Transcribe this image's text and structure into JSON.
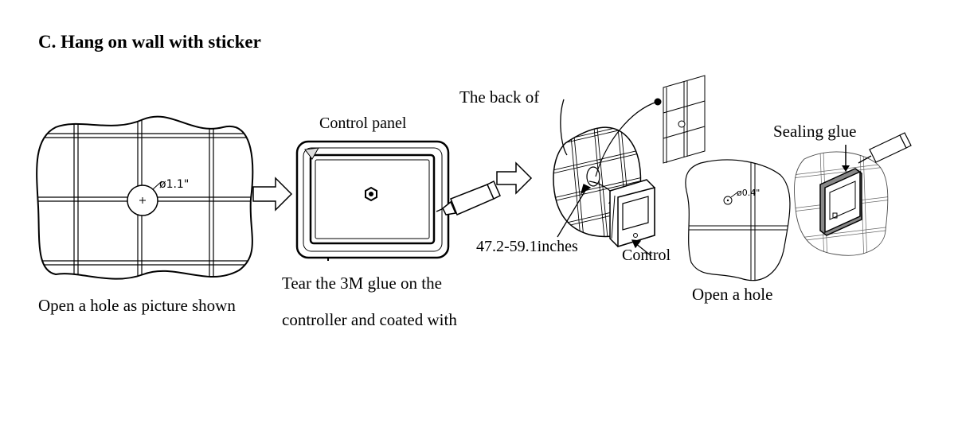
{
  "heading": "C. Hang on wall with sticker",
  "step1": {
    "caption": "Open a hole as picture shown",
    "hole_label": "ø1.1\""
  },
  "step2": {
    "panel_label": "Control panel",
    "caption_line1": "Tear the 3M glue on the",
    "caption_line2": "controller and coated with"
  },
  "step3": {
    "back_label": "The back of",
    "distance_label": "47.2-59.1inches",
    "control_label": "Control"
  },
  "step4": {
    "hole_label": "ø0.4\"",
    "caption": "Open a hole"
  },
  "step5": {
    "seal_label": "Sealing glue"
  }
}
